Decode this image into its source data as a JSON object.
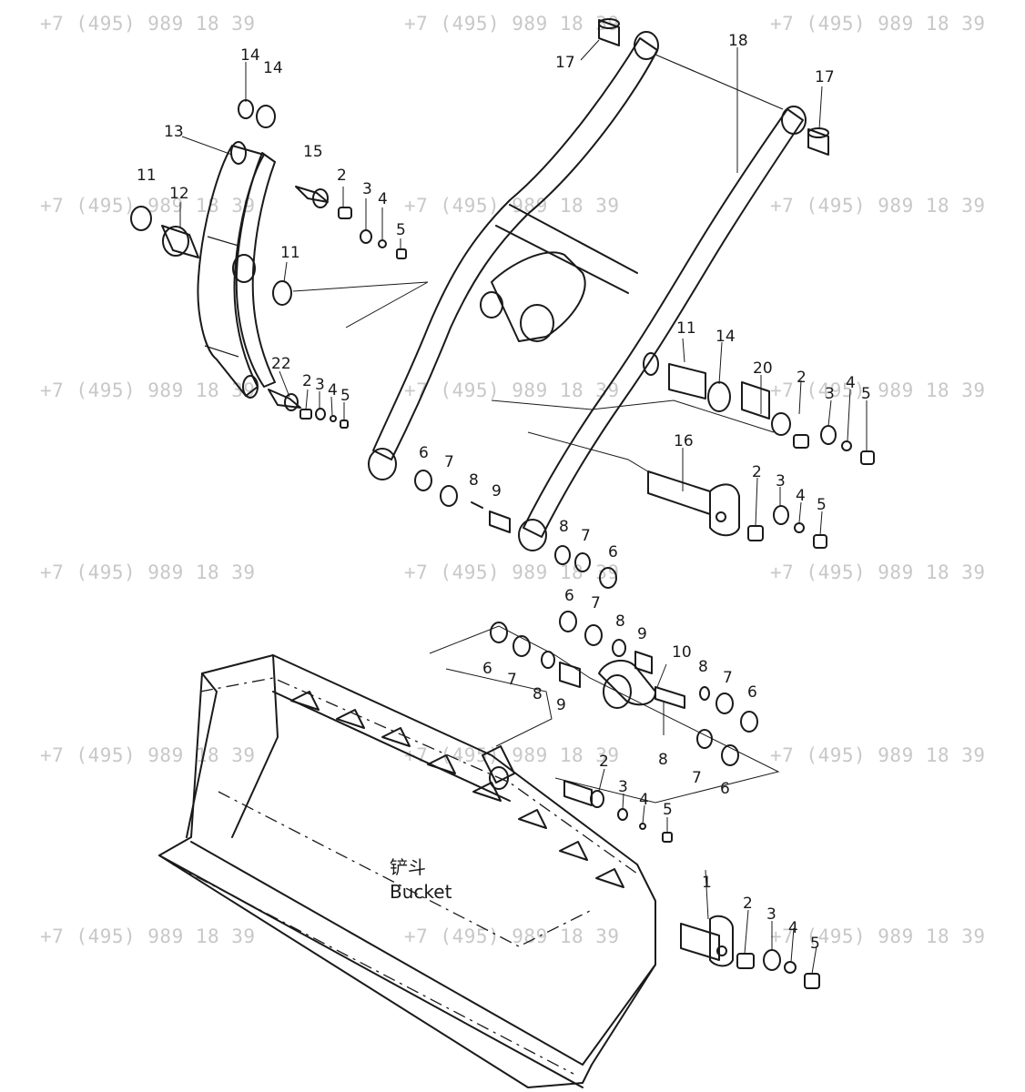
{
  "watermark": "+7 (495) 989 18 39",
  "bucket": {
    "cn": "铲斗",
    "en": "Bucket"
  },
  "labels": {
    "l14a": "14",
    "l14b": "14",
    "l13": "13",
    "l15": "15",
    "l12": "12",
    "l11a": "11",
    "l11b": "11",
    "l11c": "11",
    "l2a": "2",
    "l3a": "3",
    "l4a": "4",
    "l5a": "5",
    "l22": "22",
    "l2b": "2",
    "l3b": "3",
    "l4b": "4",
    "l5b": "5",
    "l17a": "17",
    "l17b": "17",
    "l18": "18",
    "l14c": "14",
    "l20": "20",
    "l2c": "2",
    "l3c": "3",
    "l4c": "4",
    "l5c": "5",
    "l16": "16",
    "l2d": "2",
    "l3d": "3",
    "l4d": "4",
    "l5d": "5",
    "l6a": "6",
    "l7a": "7",
    "l8a": "8",
    "l9a": "9",
    "l8b": "8",
    "l7b": "7",
    "l6b": "6",
    "l6c": "6",
    "l7c": "7",
    "l8c": "8",
    "l9c": "9",
    "l10": "10",
    "l6d": "6",
    "l7d": "7",
    "l8d": "8",
    "l9d": "9",
    "l8e": "8",
    "l7e": "7",
    "l6e": "6",
    "l8f": "8",
    "l7f": "7",
    "l6f": "6",
    "l2e": "2",
    "l3e": "3",
    "l4e": "4",
    "l5e": "5",
    "l1": "1",
    "l2f": "2",
    "l3f": "3",
    "l4f": "4",
    "l5f": "5"
  }
}
